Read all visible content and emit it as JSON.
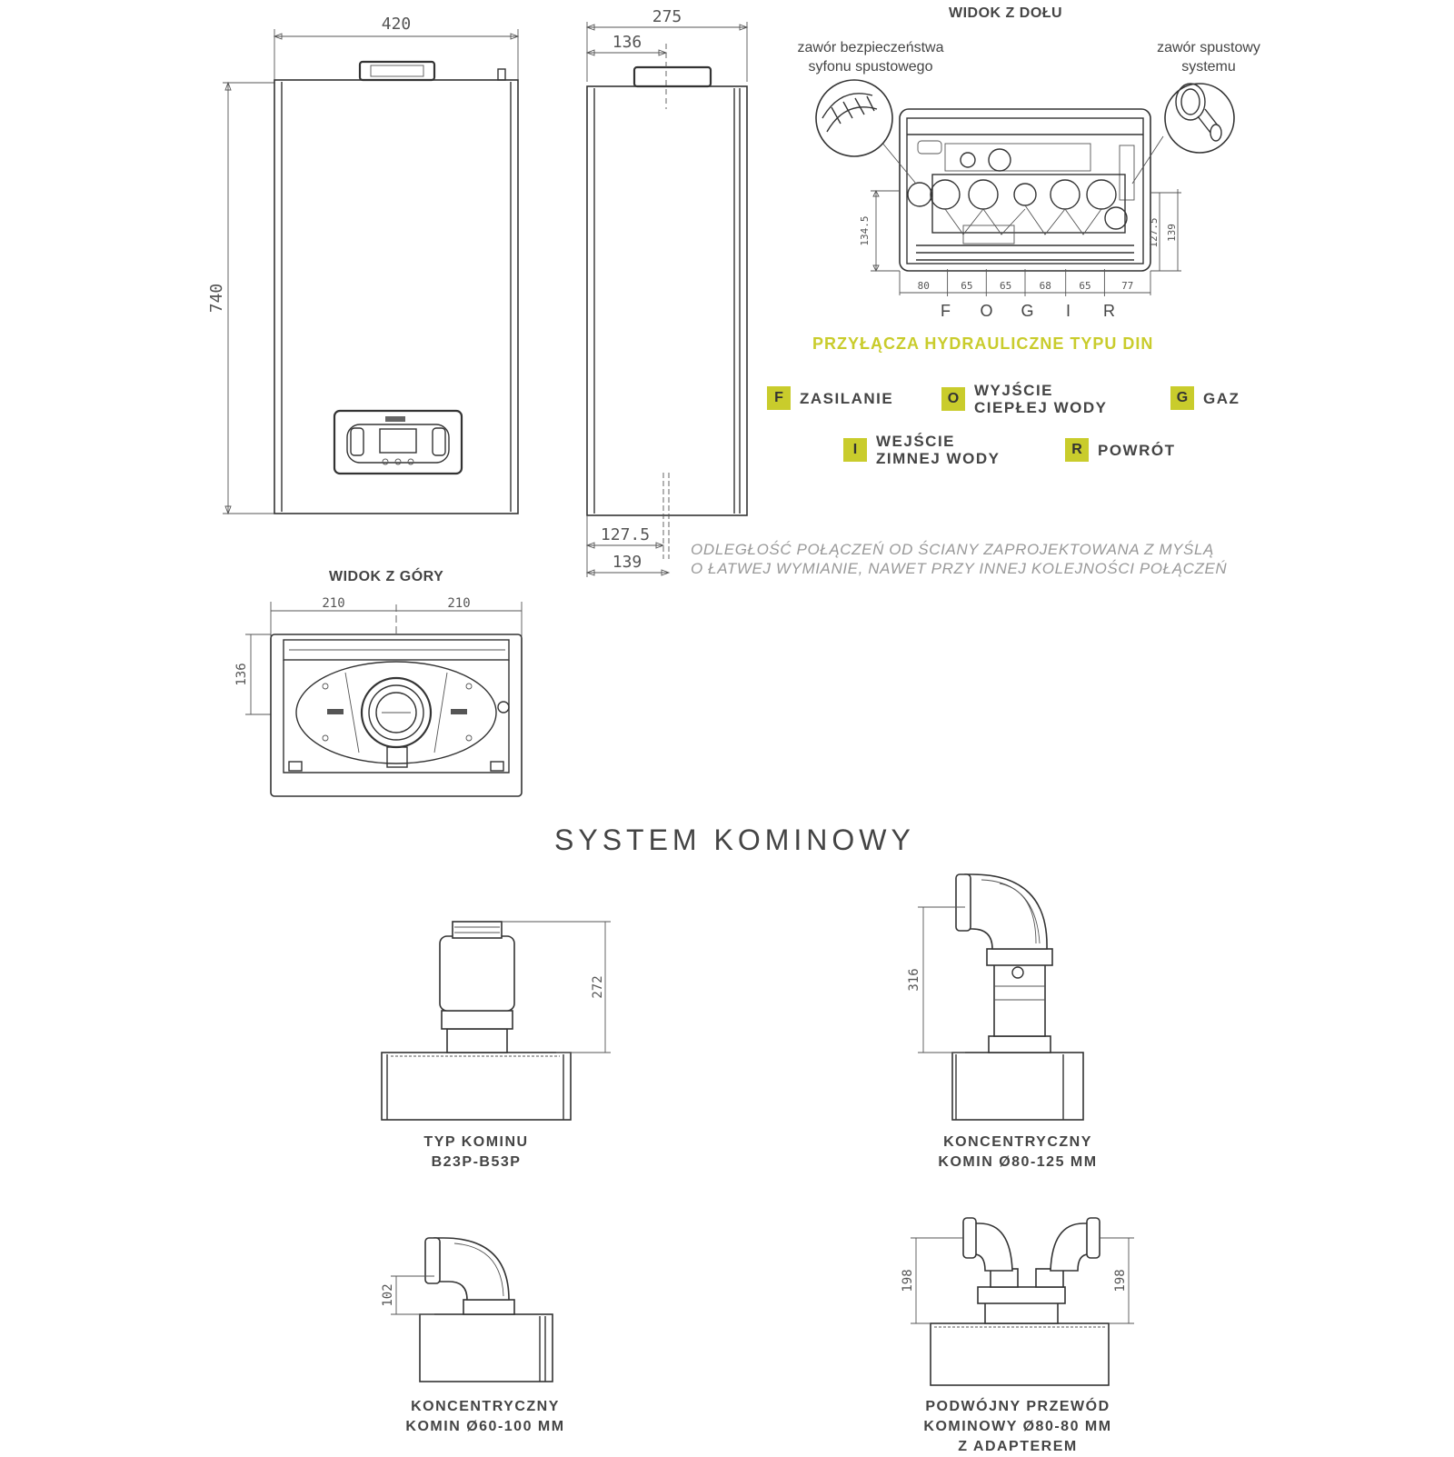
{
  "front_view": {
    "width_dim": "420",
    "height_dim": "740"
  },
  "side_view": {
    "depth_dim": "275",
    "top_offset_dim": "136",
    "bottom_dim_1": "127.5",
    "bottom_dim_2": "139"
  },
  "bottom_view": {
    "title": "WIDOK Z DOŁU",
    "callout_left": [
      "zawór bezpieczeństwa",
      "syfonu spustowego"
    ],
    "callout_right": [
      "zawór spustowy",
      "systemu"
    ],
    "spacing_dims": [
      "80",
      "65",
      "65",
      "68",
      "65",
      "77"
    ],
    "height_dim_left": "134.5",
    "height_dim_right_1": "127.5",
    "height_dim_right_2": "139",
    "connection_letters": [
      "F",
      "O",
      "G",
      "I",
      "R"
    ]
  },
  "din_title": "PRZYŁĄCZA HYDRAULICZNE TYPU DIN",
  "legend": [
    {
      "key": "F",
      "label": [
        "ZASILANIE"
      ]
    },
    {
      "key": "O",
      "label": [
        "WYJŚCIE",
        "CIEPŁEJ WODY"
      ]
    },
    {
      "key": "G",
      "label": [
        "GAZ"
      ]
    },
    {
      "key": "I",
      "label": [
        "WEJŚCIE",
        "ZIMNEJ WODY"
      ]
    },
    {
      "key": "R",
      "label": [
        "POWRÓT"
      ]
    }
  ],
  "note": [
    "ODLEGŁOŚĆ POŁĄCZEŃ OD ŚCIANY ZAPROJEKTOWANA Z MYŚLĄ",
    "O ŁATWEJ WYMIANIE, NAWET PRZY INNEJ KOLEJNOŚCI POŁĄCZEŃ"
  ],
  "top_view": {
    "title": "WIDOK Z GÓRY",
    "left_dim": "210",
    "right_dim": "210",
    "depth_dim": "136"
  },
  "chimney_section_title": "SYSTEM KOMINOWY",
  "chimneys": [
    {
      "caption": [
        "TYP KOMINU",
        "B23P-B53P"
      ],
      "dim": "272"
    },
    {
      "caption": [
        "KONCENTRYCZNY",
        "KOMIN Ø80-125 MM"
      ],
      "dim": "316"
    },
    {
      "caption": [
        "KONCENTRYCZNY",
        "KOMIN Ø60-100 MM"
      ],
      "dim": "102"
    },
    {
      "caption": [
        "PODWÓJNY PRZEWÓD",
        "KOMINOWY Ø80-80 MM",
        "Z ADAPTEREM"
      ],
      "dim_left": "198",
      "dim_right": "198"
    }
  ],
  "colors": {
    "accent": "#c9cc2c",
    "line": "#333333",
    "note": "#999999"
  }
}
